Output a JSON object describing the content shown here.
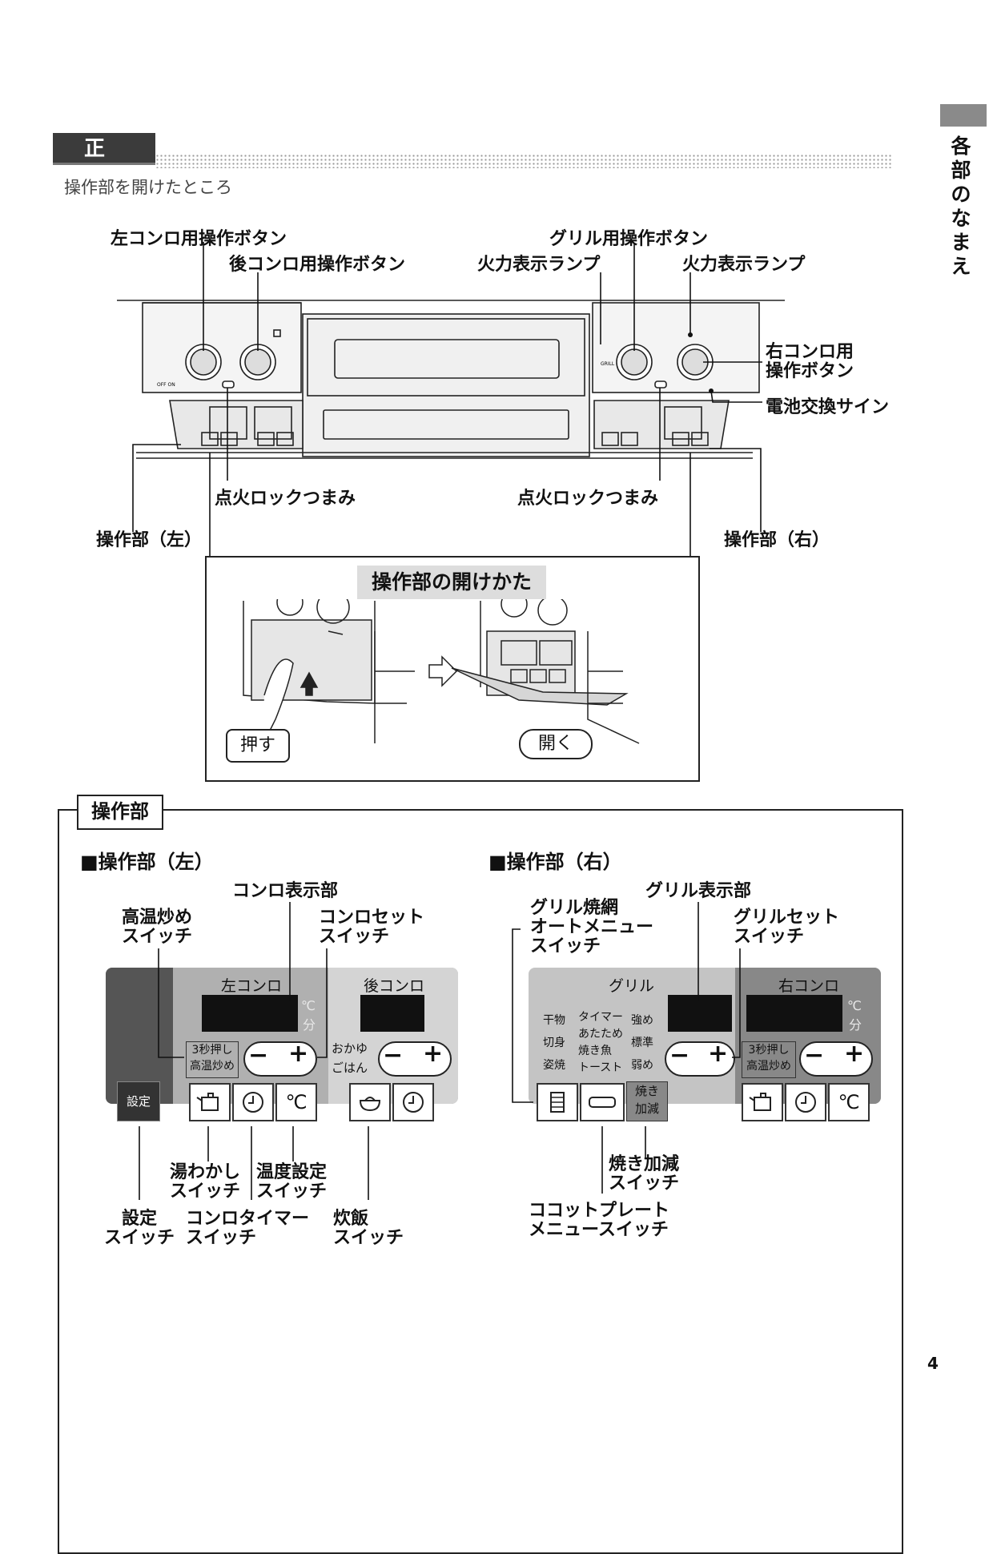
{
  "side_tab": {
    "label": "各部のなまえ"
  },
  "section": {
    "title": "正　面",
    "subtitle": "操作部を開けたところ"
  },
  "front_labels": {
    "left_knob": "左コンロ用操作ボタン",
    "rear_knob": "後コンロ用操作ボタン",
    "grill_knob": "グリル用操作ボタン",
    "fire_lamp_left": "火力表示ランプ",
    "fire_lamp_right": "火力表示ランプ",
    "right_knob": "右コンロ用\n操作ボタン",
    "battery_sign": "電池交換サイン",
    "ignition_lock_left": "点火ロックつまみ",
    "ignition_lock_right": "点火ロックつまみ",
    "panel_left": "操作部（左）",
    "panel_right": "操作部（右）"
  },
  "front_marks": {
    "off_on": "OFF ON",
    "grill": "GRILL"
  },
  "opening": {
    "title": "操作部の開けかた",
    "push": "押す",
    "open": "開く"
  },
  "ops": {
    "title": "操作部",
    "left": {
      "heading": "■操作部（左）",
      "display_label": "コンロ表示部",
      "high_temp_label": "高温炒め\nスイッチ",
      "set_label": "コンロセット\nスイッチ",
      "panel": {
        "left_stove": "左コンロ",
        "rear_stove": "後コンロ",
        "unit_c": "℃",
        "unit_min": "分",
        "press3": "3秒押し",
        "high_temp": "高温炒め",
        "minus": "−",
        "plus": "+",
        "okayu": "おかゆ",
        "gohan": "ごはん",
        "setting": "設定",
        "celsius_btn": "℃"
      },
      "kettle_label": "湯わかし\nスイッチ",
      "temp_label": "温度設定\nスイッチ",
      "setting_label": "設定\nスイッチ",
      "timer_label": "コンロタイマー\nスイッチ",
      "rice_label": "炊飯\nスイッチ"
    },
    "right": {
      "heading": "■操作部（右）",
      "display_label": "グリル表示部",
      "auto_menu_label": "グリル焼網\nオートメニュー\nスイッチ",
      "grill_set_label": "グリルセット\nスイッチ",
      "panel": {
        "grill": "グリル",
        "right_stove": "右コンロ",
        "menu_col1": [
          "干物",
          "切身",
          "姿焼"
        ],
        "menu_col2": [
          "タイマー",
          "あたため",
          "焼き魚",
          "トースト"
        ],
        "menu_col3": [
          "強め",
          "標準",
          "弱め"
        ],
        "unit_c": "℃",
        "unit_min": "分",
        "press3": "3秒押し",
        "high_temp": "高温炒め",
        "minus": "−",
        "plus": "+",
        "yaki_kagen": "焼き\n加減",
        "celsius_btn": "℃"
      },
      "yaki_label": "焼き加減\nスイッチ",
      "cocotte_label": "ココットプレート\nメニュースイッチ"
    }
  },
  "page_number": "4"
}
